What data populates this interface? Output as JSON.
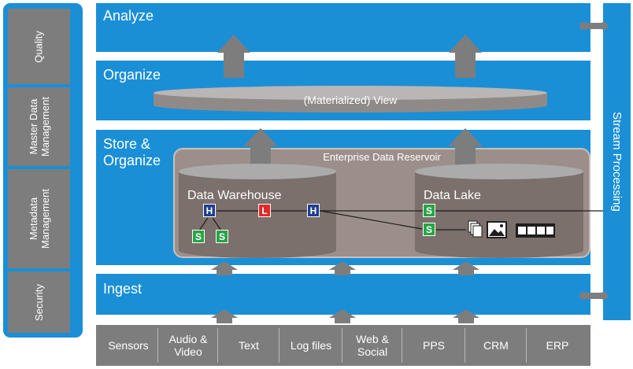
{
  "governance": {
    "items": [
      {
        "label": "Quality"
      },
      {
        "label": "Master Data\nManagement"
      },
      {
        "label": "Metadata\nManagement"
      },
      {
        "label": "Security"
      }
    ]
  },
  "layers": {
    "analyze": "Analyze",
    "organize": "Organize",
    "store_organize": "Store &\nOrganize",
    "ingest": "Ingest"
  },
  "view_label": "(Materialized) View",
  "reservoir": {
    "title": "Enterprise Data Reservoir",
    "warehouse": "Data Warehouse",
    "lake": "Data Lake"
  },
  "tags": {
    "h": "H",
    "l": "L",
    "s": "S"
  },
  "stream_processing": "Stream Processing",
  "sources": [
    {
      "label": "Sensors"
    },
    {
      "label": "Audio &\nVideo"
    },
    {
      "label": "Text"
    },
    {
      "label": "Log files"
    },
    {
      "label": "Web &\nSocial"
    },
    {
      "label": "PPS"
    },
    {
      "label": "CRM"
    },
    {
      "label": "ERP"
    }
  ],
  "colors": {
    "band_blue": "#1a8fd6",
    "box_gray": "#7d7d7d",
    "reservoir": "#9c8f89",
    "tag_h": "#1f3e8f",
    "tag_l": "#e02a2a",
    "tag_s": "#29a346"
  },
  "icons": [
    "document-stack-icon",
    "image-icon",
    "film-strip-icon",
    "up-arrow-icon"
  ]
}
